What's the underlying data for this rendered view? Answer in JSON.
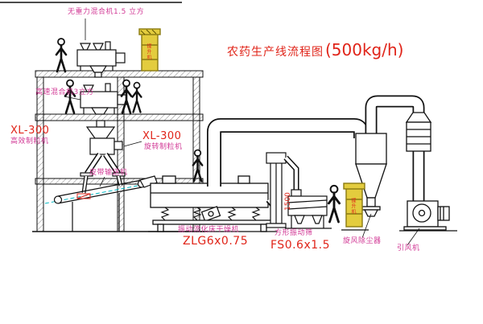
{
  "title": {
    "text": "农药生产线流程图",
    "capacity": "(500kg/h)"
  },
  "labels": {
    "gravity_mixer": "无重力混合机1.5 立方",
    "high_speed_mixer": "高速混合机3立方",
    "granulator_left_model": "XL-300",
    "granulator_left_name": "高效制粒机",
    "granulator_right_model": "XL-300",
    "granulator_right_name": "旋转制粒机",
    "belt_conveyor": "皮带输送机",
    "fluid_bed_dryer": "振动流化床干燥机",
    "fluid_bed_dryer_model": "ZLG6x0.75",
    "vibrating_sieve": "方形振动筛",
    "vibrating_sieve_model": "FS0.6x1.5",
    "cyclone": "旋风除尘器",
    "induced_draft_fan": "引风机",
    "elevator_tag_1": "提升机",
    "elevator_tag_2": "提升机",
    "dimension_1500": "1500"
  },
  "colors": {
    "outline": "#111111",
    "title_red": "#e02419",
    "label_magenta": "#d23a96",
    "elevator_fill": "#e3cc3e",
    "elevator_stroke": "#8a7a10",
    "centerline_cyan": "#00b7c3"
  }
}
